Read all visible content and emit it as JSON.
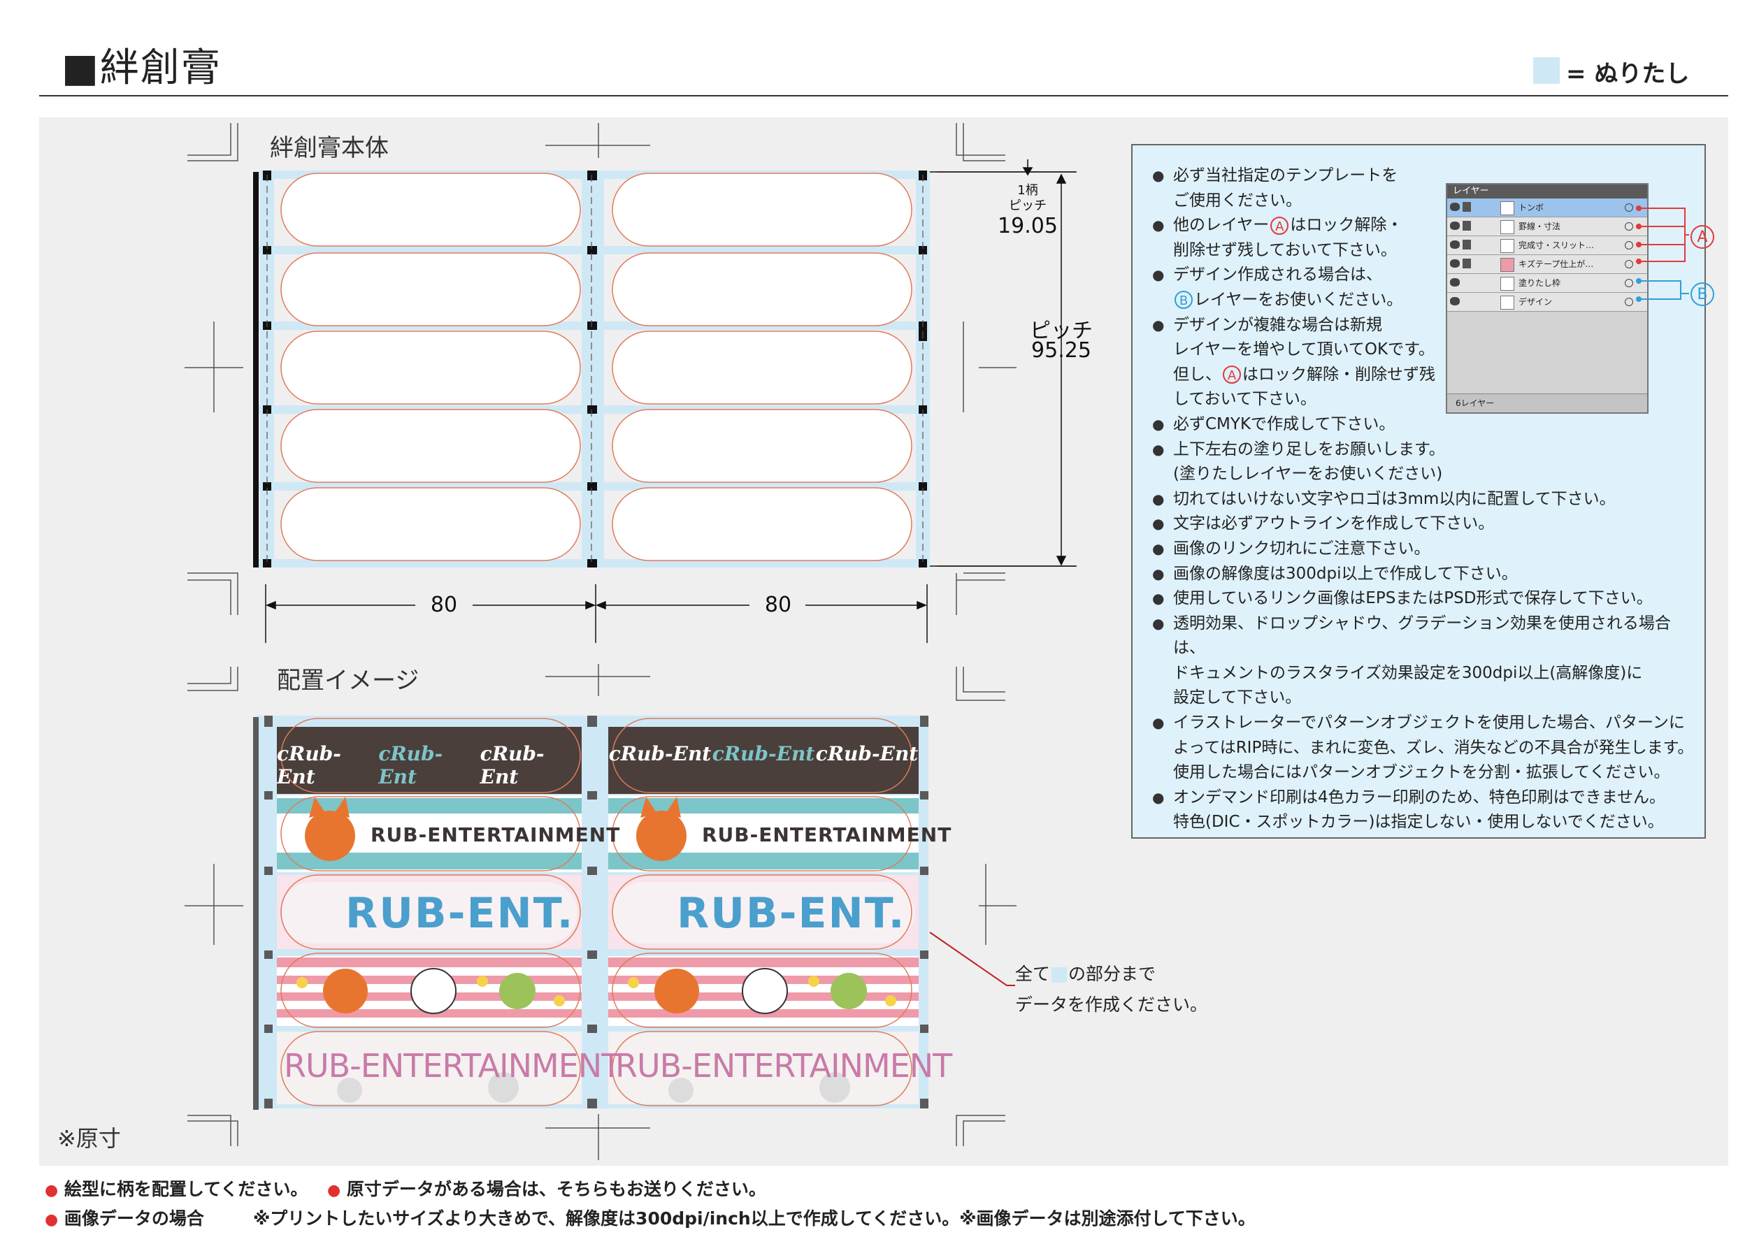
{
  "title": "■絆創膏",
  "legend": {
    "label": "= ぬりたし",
    "swatch_color": "#cfe8f6"
  },
  "template_section": {
    "label": "絆創膏本体",
    "pitch_small_label_1": "1柄",
    "pitch_small_label_2": "ピッチ",
    "pitch_small_value": "19.05",
    "pitch_large_label": "ピッチ",
    "pitch_large_value": "95.25",
    "width_left": "80",
    "width_right": "80"
  },
  "placement_section": {
    "label": "配置イメージ",
    "logo_script": "cRub-Ent",
    "brand_long": "RUB-ENTERTAINMENT",
    "brand_short": "RUB-ENT.",
    "brand_colorful": "RUB-ENTERTAINMENT"
  },
  "callout": {
    "line1_before": "全て",
    "line1_after": "の部分まで",
    "line2": "データを作成ください。"
  },
  "original_size_note": "※原寸",
  "instructions": [
    {
      "id": "i1",
      "text": "必ず当社指定のテンプレートを\nご使用ください。"
    },
    {
      "id": "i2",
      "before": "他のレイヤー",
      "marker": "A",
      "after": "はロック解除・\n削除せず残しておいて下さい。"
    },
    {
      "id": "i3",
      "text": "デザイン作成される場合は、",
      "before2": "",
      "marker2": "B",
      "after2": "レイヤーをお使いください。"
    },
    {
      "id": "i4",
      "text": "デザインが複雑な場合は新規\nレイヤーを増やして頂いてOKです。",
      "before2": "但し、",
      "marker2": "A",
      "after2": "はロック解除・削除せず残\nしておいて下さい。"
    },
    {
      "id": "i5",
      "text": "必ずCMYKで作成して下さい。"
    },
    {
      "id": "i6",
      "text": "上下左右の塗り足しをお願いします。\n(塗りたしレイヤーをお使いください)"
    },
    {
      "id": "i7",
      "text": "切れてはいけない文字やロゴは3mm以内に配置して下さい。"
    },
    {
      "id": "i8",
      "text": "文字は必ずアウトラインを作成して下さい。"
    },
    {
      "id": "i9",
      "text": "画像のリンク切れにご注意下さい。"
    },
    {
      "id": "i10",
      "text": "画像の解像度は300dpi以上で作成して下さい。"
    },
    {
      "id": "i11",
      "text": "使用しているリンク画像はEPSまたはPSD形式で保存して下さい。"
    },
    {
      "id": "i12",
      "text": "透明効果、ドロップシャドウ、グラデーション効果を使用される場合は、\nドキュメントのラスタライズ効果設定を300dpi以上(高解像度)に\n設定して下さい。"
    },
    {
      "id": "i13",
      "text": "イラストレーターでパターンオブジェクトを使用した場合、パターンに\nよってはRIP時に、まれに変色、ズレ、消失などの不具合が発生します。\n使用した場合にはパターンオブジェクトを分割・拡張してください。"
    },
    {
      "id": "i14",
      "text": "オンデマンド印刷は4色カラー印刷のため、特色印刷はできません。\n特色(DIC・スポットカラー)は指定しない・使用しないでください。"
    }
  ],
  "layers_panel": {
    "title": "レイヤー",
    "rows": [
      "トンボ",
      "罫線・寸法",
      "完成寸・スリット…",
      "キズテープ仕上が…",
      "塗りたし枠",
      "デザイン"
    ],
    "footer": "6レイヤー",
    "marker_a": "A",
    "marker_b": "B",
    "group_a_color": "#e23a3a",
    "group_b_color": "#2f9fd8"
  },
  "bottom_notes": {
    "note1": "絵型に柄を配置してください。",
    "note2": "原寸データがある場合は、そちらもお送りください。",
    "note3_label": "画像データの場合",
    "note3_text": "※プリントしたいサイズより大きめで、解像度は300dpi/inch以上で作成してください。※画像データは別途添付して下さい。"
  }
}
